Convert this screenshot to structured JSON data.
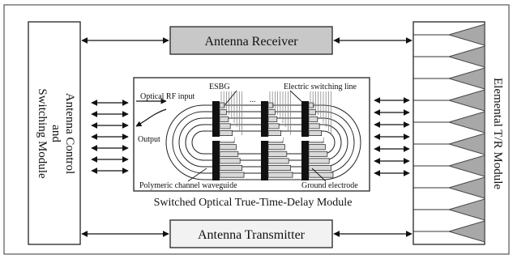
{
  "blocks": {
    "antenna_receiver": "Antenna Receiver",
    "antenna_transmitter": "Antenna Transmitter",
    "control_module": {
      "line1": "Antenna Control",
      "line2": "and",
      "line3": "Switching Module"
    },
    "elemental_module": "Elemental T/R Module"
  },
  "delay_module": {
    "caption": "Switched Optical True-Time-Delay Module",
    "labels": {
      "optical_rf_input": "Optical RF input",
      "esbg": "ESBG",
      "ellipsis": "...",
      "electric_switching_line": "Electric switching line",
      "output": "Output",
      "polymeric_waveguide": "Polymeric channel waveguide",
      "ground_electrode": "Ground electrode"
    }
  },
  "colors": {
    "receiver_fill": "#c8c8c8",
    "transmitter_fill": "#f2f2f2",
    "triangle_fill": "#a8a8a8",
    "module_border": "#333333"
  }
}
